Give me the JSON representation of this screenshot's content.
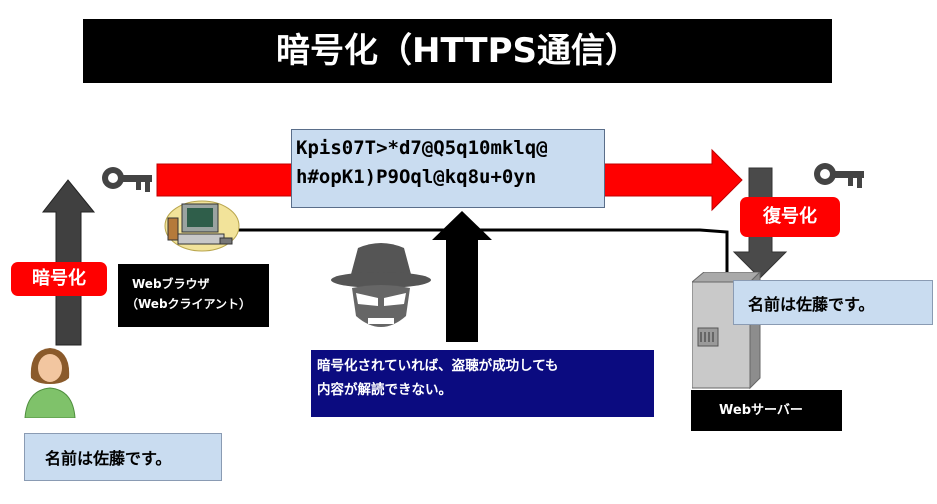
{
  "title": "暗号化（HTTPS通信）",
  "cipher_text": [
    "Kpis07T>*d7@Q5q10mklq@",
    "h#opK1)P9Oql@kq8u+0yn"
  ],
  "labels": {
    "encrypt": "暗号化",
    "decrypt": "復号化",
    "browser_line1": "Webブラウザ",
    "browser_line2": "（Webクライアント）",
    "server": "Webサーバー",
    "message_client": "名前は佐藤です。",
    "message_server": "名前は佐藤です。",
    "warning_line1": "暗号化されていれば、盗聴が成功しても",
    "warning_line2": "内容が解読できない。"
  },
  "icons": [
    "key-icon",
    "computer-icon",
    "hacker-icon",
    "person-icon",
    "server-icon"
  ],
  "colors": {
    "accent_red": "#ff0000",
    "box_blue": "#c9dcf0",
    "navy": "#0b0b80",
    "arrow_gray": "#4a4a4a"
  }
}
